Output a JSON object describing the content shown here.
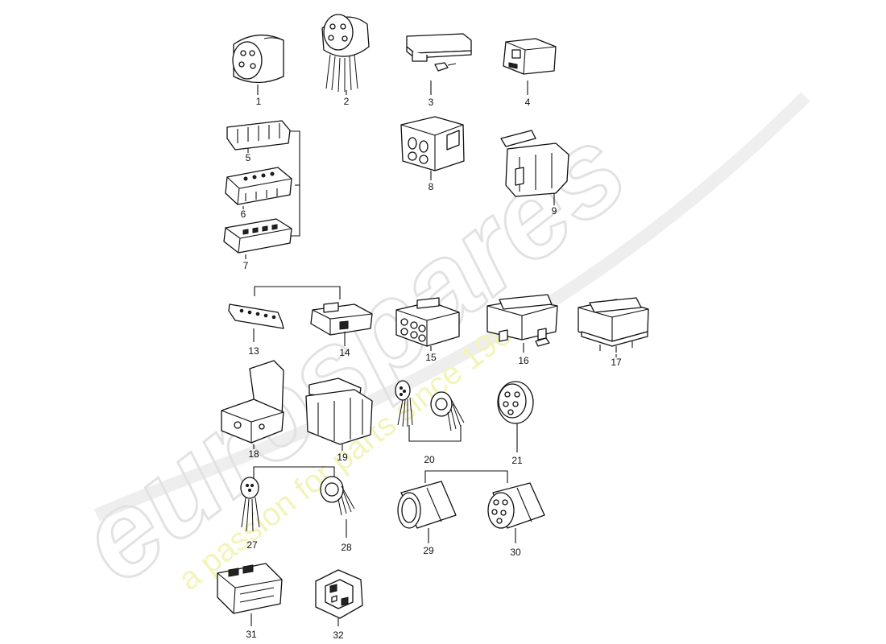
{
  "watermark": {
    "brand": "eurospares",
    "tagline": "a passion for parts since 1985",
    "brand_color": "#e4e4e4",
    "tagline_color": "#f1f3b0"
  },
  "parts": [
    {
      "label": "1",
      "icon": "round-connector-icon"
    },
    {
      "label": "2",
      "icon": "round-socket-with-wires-icon"
    },
    {
      "label": "3",
      "icon": "connector-housing-with-pin-icon"
    },
    {
      "label": "4",
      "icon": "relay-socket-icon"
    },
    {
      "label": "5",
      "icon": "flat-connector-strip-icon"
    },
    {
      "label": "6",
      "icon": "multi-pin-connector-strip-icon"
    },
    {
      "label": "7",
      "icon": "multi-pin-connector-strip-icon"
    },
    {
      "label": "8",
      "icon": "block-connector-icon"
    },
    {
      "label": "9",
      "icon": "bracket-connector-icon"
    },
    {
      "label": "13",
      "icon": "slim-connector-icon"
    },
    {
      "label": "14",
      "icon": "plug-housing-icon"
    },
    {
      "label": "15",
      "icon": "six-way-connector-icon"
    },
    {
      "label": "16",
      "icon": "relay-base-with-pin-icon"
    },
    {
      "label": "17",
      "icon": "relay-base-icon"
    },
    {
      "label": "18",
      "icon": "housing-with-cover-icon"
    },
    {
      "label": "19",
      "icon": "bracket-connector-icon"
    },
    {
      "label": "20",
      "icon": "connector-pair-with-wires-icon"
    },
    {
      "label": "21",
      "icon": "round-multi-pin-plug-icon"
    },
    {
      "label": "27",
      "icon": "round-plug-with-wires-icon"
    },
    {
      "label": "28",
      "icon": "round-socket-with-wires-icon"
    },
    {
      "label": "29",
      "icon": "cylindrical-coupling-icon"
    },
    {
      "label": "30",
      "icon": "cylindrical-multi-pin-plug-icon"
    },
    {
      "label": "31",
      "icon": "flat-plug-connector-icon"
    },
    {
      "label": "32",
      "icon": "hexagonal-socket-icon"
    }
  ]
}
